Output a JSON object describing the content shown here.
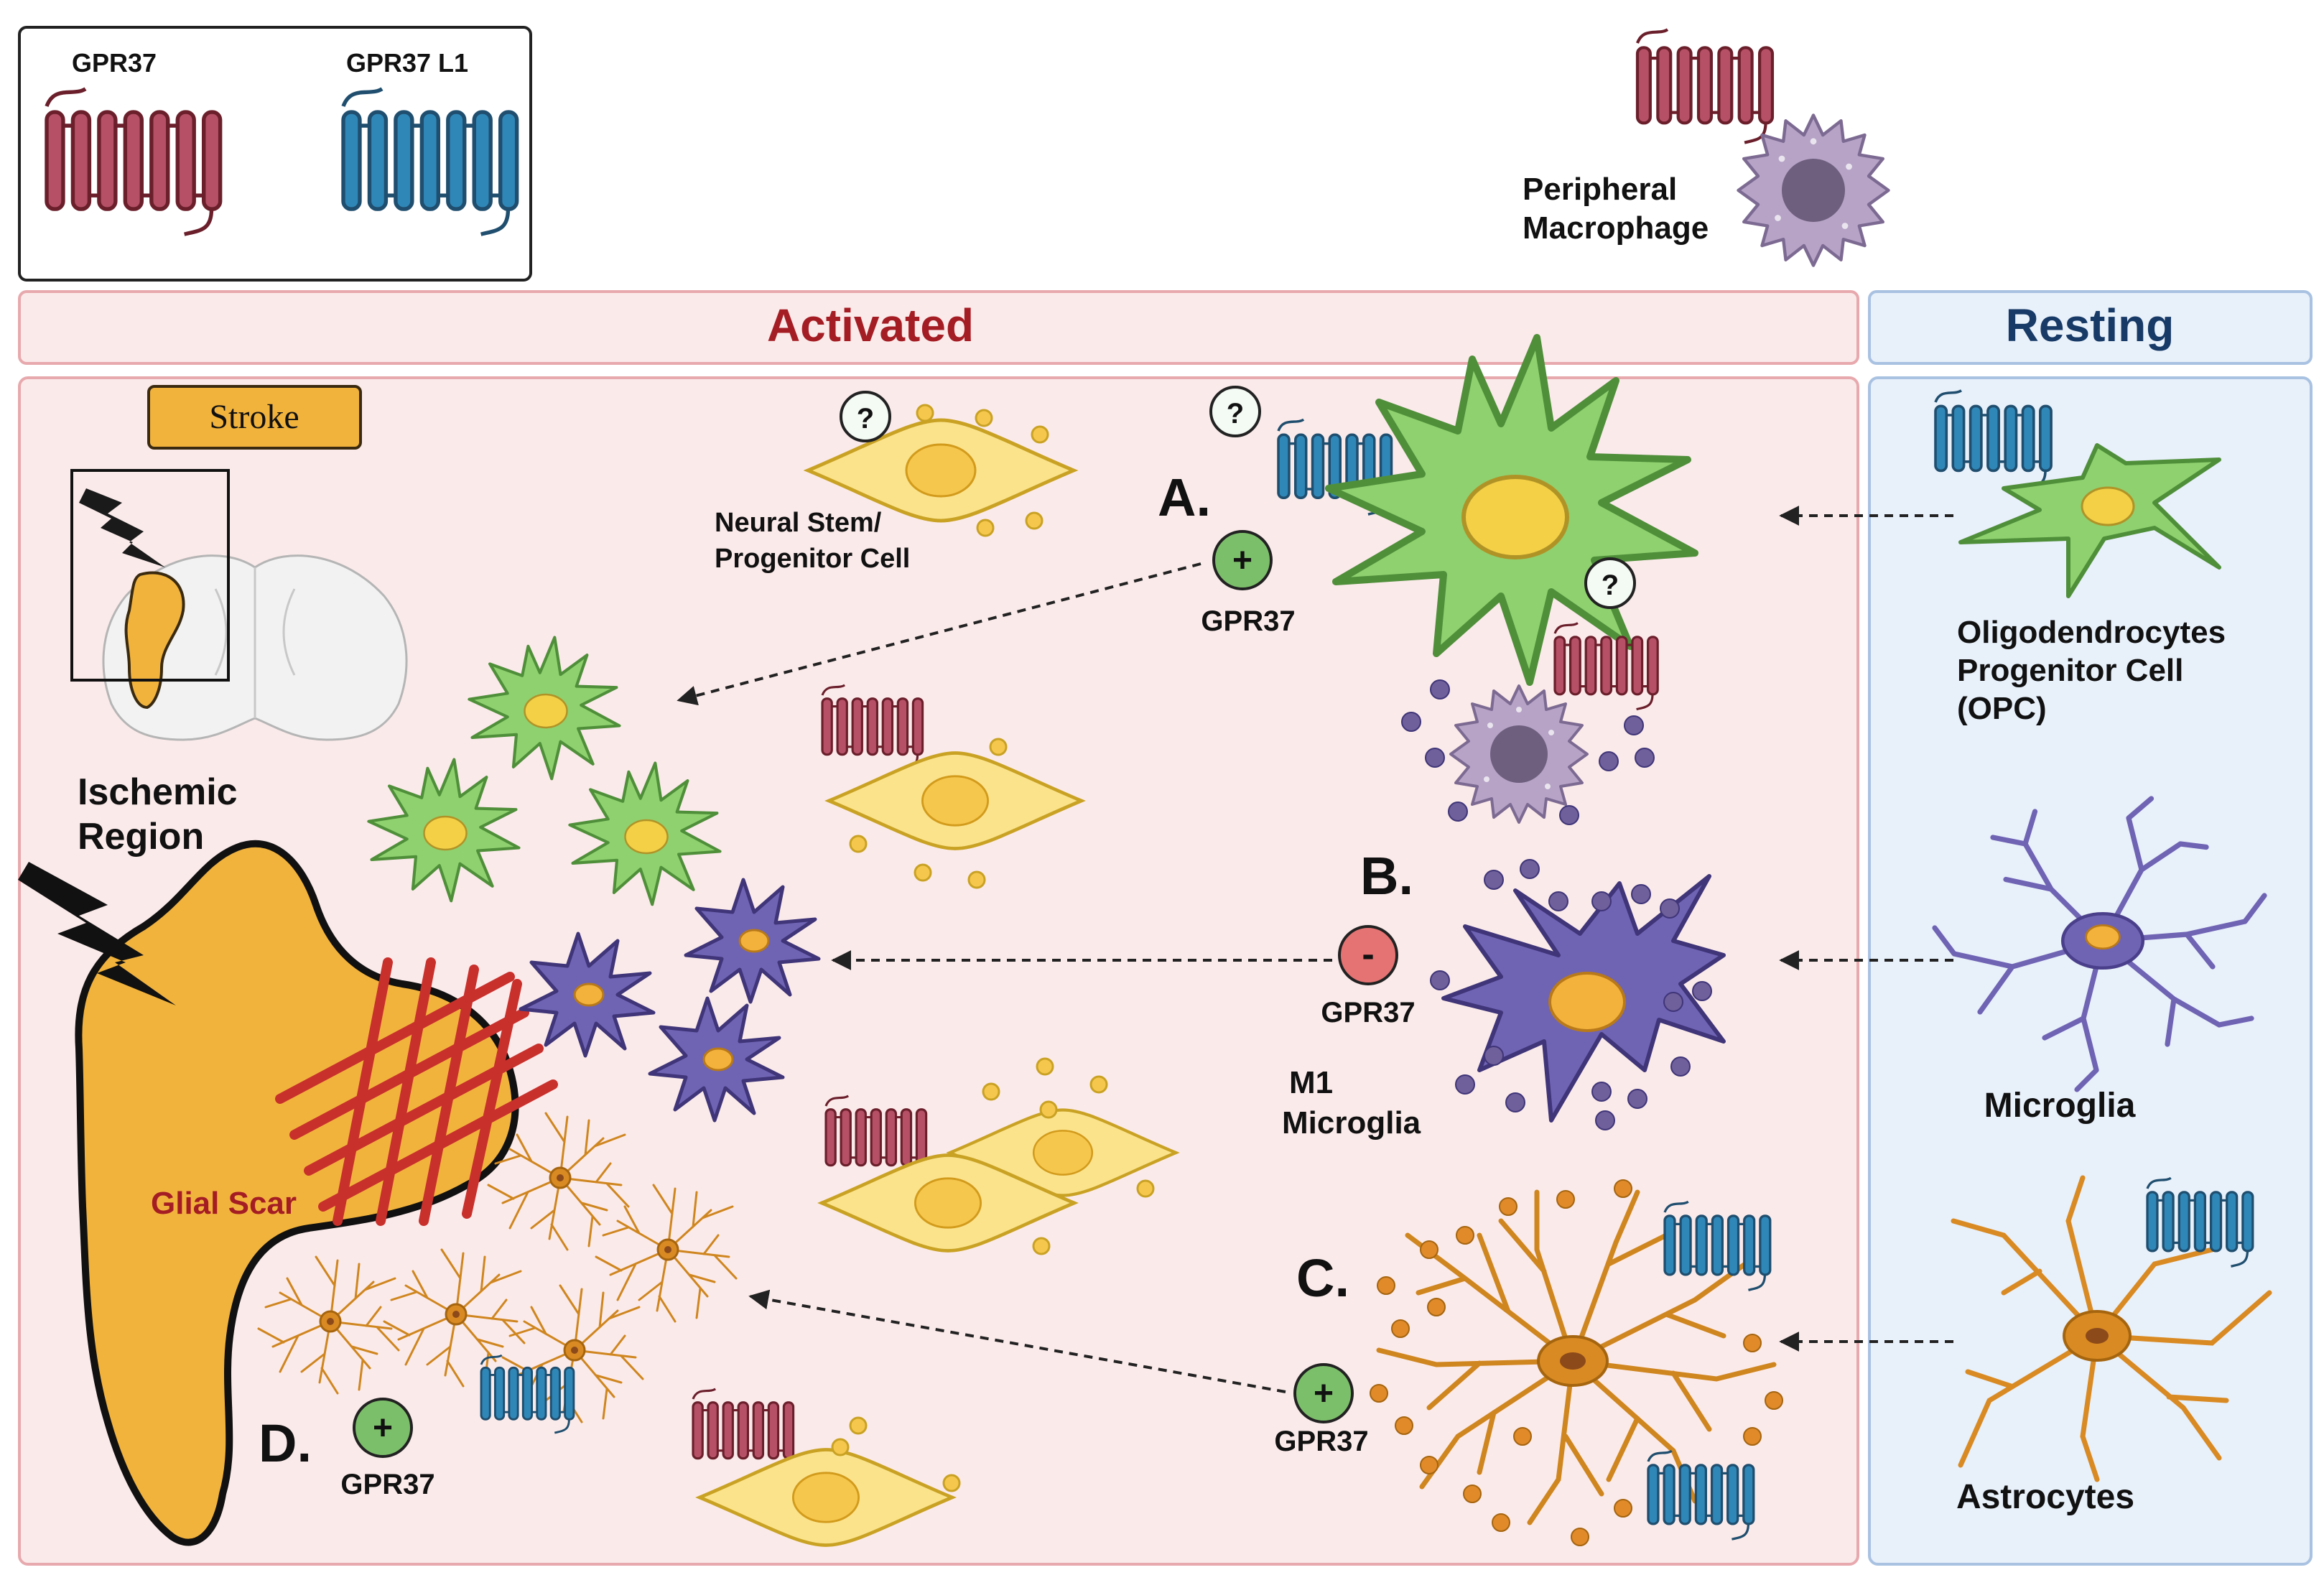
{
  "legend": {
    "gpr37": "GPR37",
    "gpr37l1": "GPR37 L1"
  },
  "macrophage": {
    "line1": "Peripheral",
    "line2": "Macrophage"
  },
  "headers": {
    "activated": "Activated",
    "resting": "Resting"
  },
  "stroke_box": "Stroke",
  "ischemic": {
    "line1": "Ischemic",
    "line2": "Region"
  },
  "glial_scar": "Glial Scar",
  "nspc": {
    "line1": "Neural Stem/",
    "line2": "Progenitor Cell"
  },
  "markers": {
    "a": "A.",
    "b": "B.",
    "c": "C.",
    "d": "D."
  },
  "signs": {
    "plus": "+",
    "minus": "-",
    "question": "?"
  },
  "receptor_label": "GPR37",
  "m1": {
    "line1": "M1",
    "line2": "Microglia"
  },
  "resting_cells": {
    "opc_line1": "Oligodendrocytes",
    "opc_line2": "Progenitor Cell",
    "opc_line3": "(OPC)",
    "microglia": "Microglia",
    "astrocytes": "Astrocytes"
  },
  "colors": {
    "gpr37": "#b55066",
    "gpr37l1": "#2f87b8",
    "activated_text": "#a41d24",
    "resting_text": "#173a66",
    "activated_bg": "#fbeaea",
    "resting_bg": "#e8f0fa",
    "opc_green": "#8fd16f",
    "microglia_purple": "#6f63b4",
    "astrocyte_orange": "#d98a22",
    "macrophage_lilac": "#a995b8",
    "stem_yellow": "#fbe38c",
    "ischemic_orange": "#f2b33d",
    "scar_red": "#c8302c",
    "plus_green": "#7cbf6a",
    "minus_red": "#e57373"
  }
}
